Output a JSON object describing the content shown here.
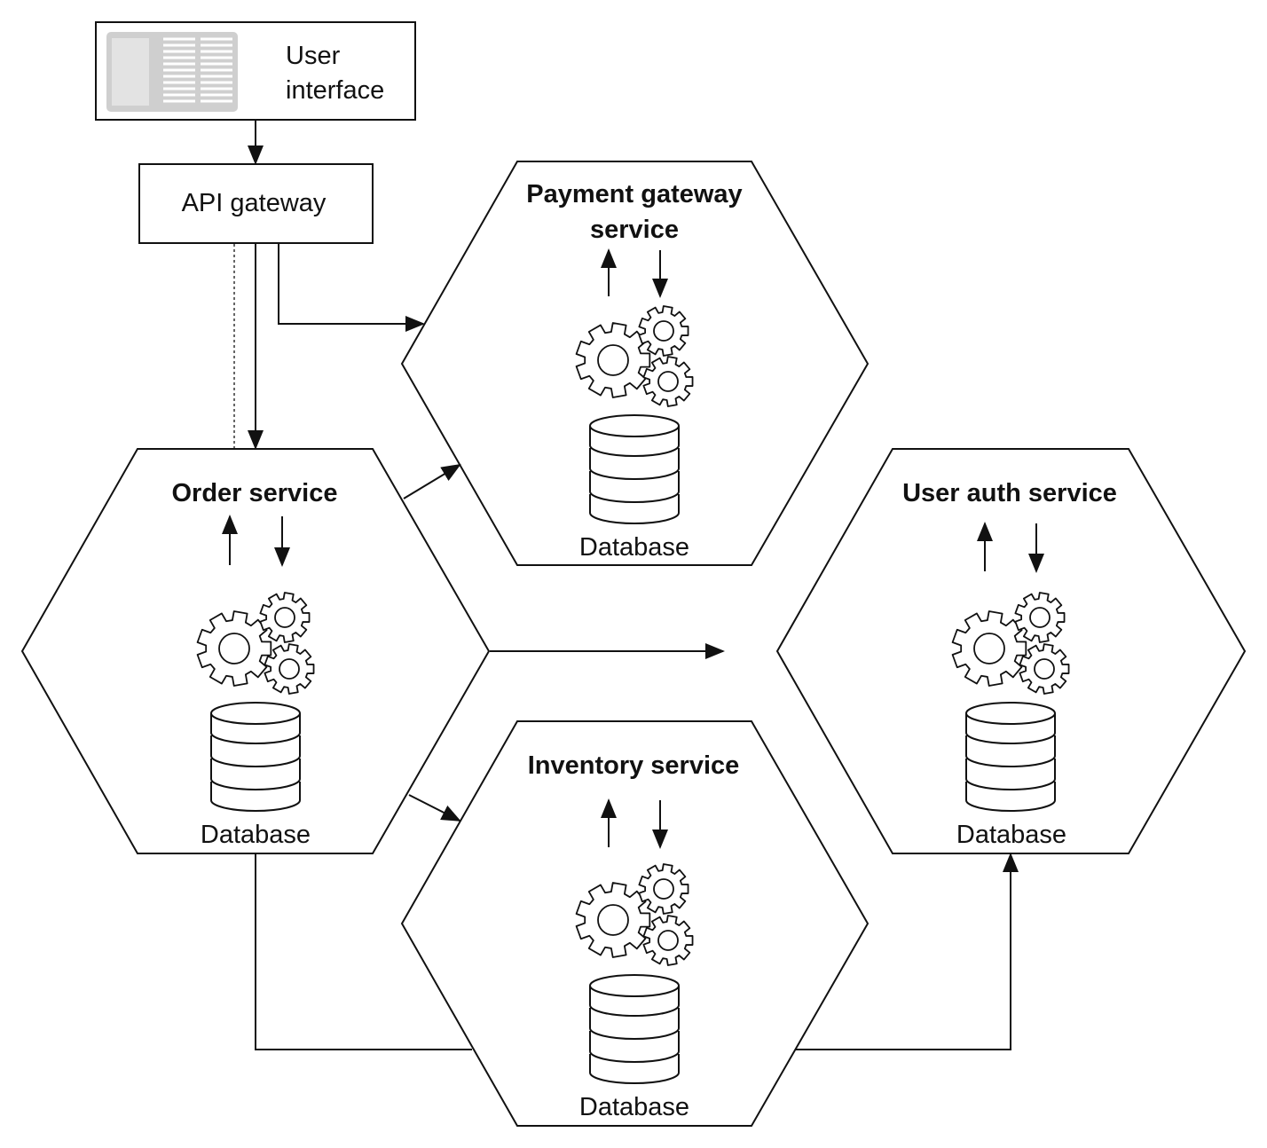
{
  "colors": {
    "stroke": "#111111",
    "background": "#ffffff",
    "ui_thumbnail": "#cfcfcf"
  },
  "user_interface": {
    "line1": "User",
    "line2": "interface",
    "icon": "window-thumbnail-icon"
  },
  "api_gateway": {
    "label": "API gateway"
  },
  "services": {
    "payment": {
      "title_line1": "Payment gateway",
      "title_line2": "service",
      "db_label": "Database"
    },
    "order": {
      "title": "Order service",
      "db_label": "Database"
    },
    "auth": {
      "title": "User auth service",
      "db_label": "Database"
    },
    "inventory": {
      "title": "Inventory service",
      "db_label": "Database"
    }
  },
  "icons": {
    "gears": "gears-icon",
    "database": "database-icon",
    "request_arrows": "up-down-arrows-icon"
  }
}
